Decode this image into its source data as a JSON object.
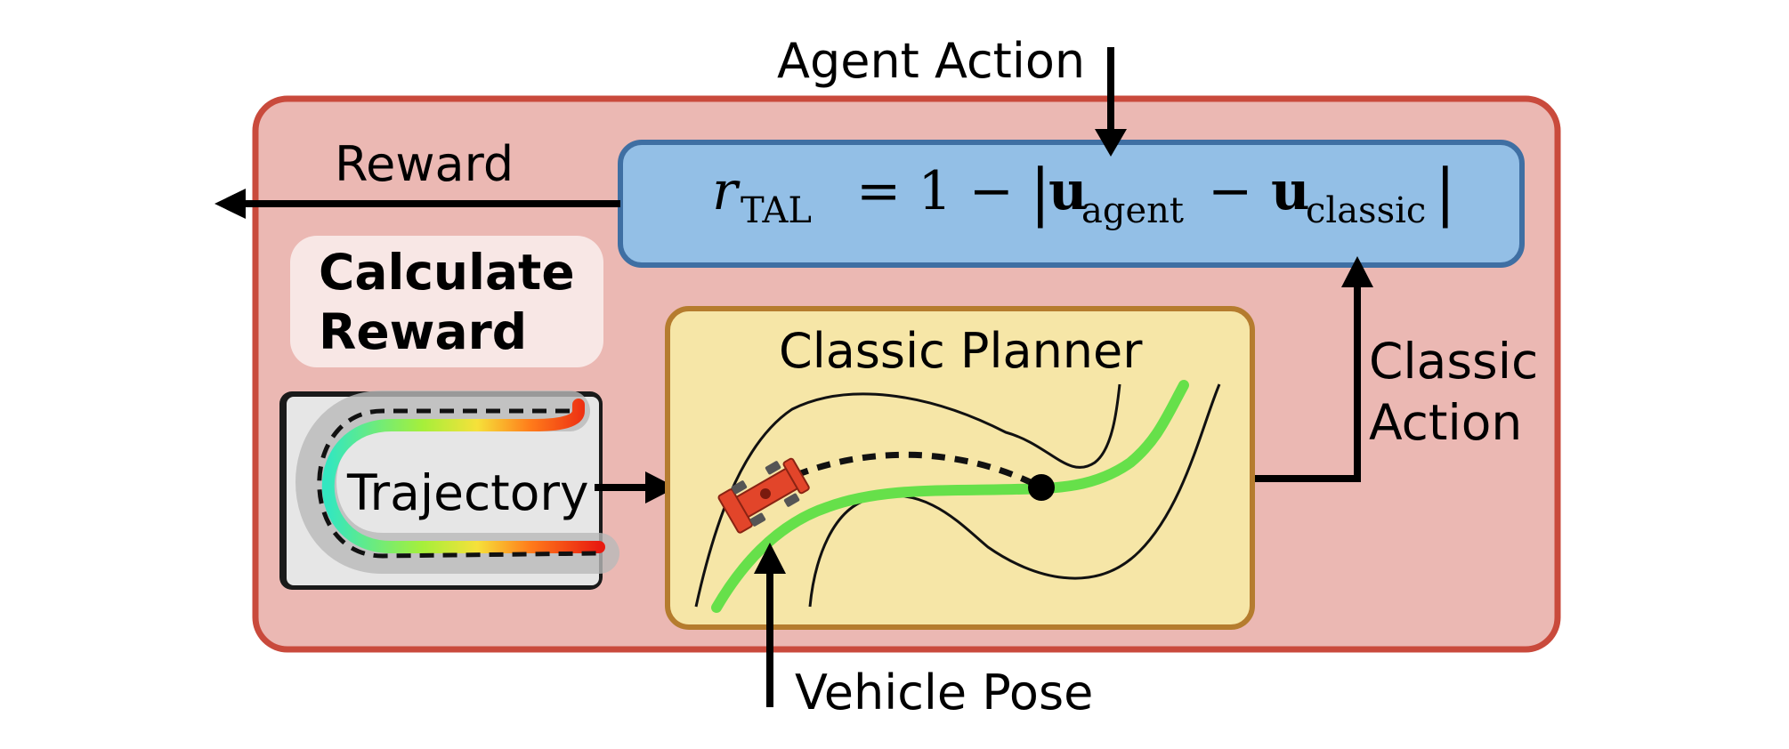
{
  "labels": {
    "agent_action": "Agent Action",
    "reward": "Reward",
    "calculate_reward_line1": "Calculate",
    "calculate_reward_line2": "Reward",
    "trajectory": "Trajectory",
    "classic_planner": "Classic Planner",
    "classic_action_line1": "Classic",
    "classic_action_line2": "Action",
    "vehicle_pose": "Vehicle Pose"
  },
  "formula": {
    "r": "r",
    "r_sub": "TAL",
    "eq": "= 1 −",
    "bar_open": "|",
    "u1": "u",
    "u1_sub": "agent",
    "minus": "−",
    "u2": "u",
    "u2_sub": "classic",
    "bar_close": "|"
  },
  "colors": {
    "outer_fill": "#ebb8b3",
    "outer_stroke": "#c94a3c",
    "formula_fill": "#93bfe6",
    "formula_stroke": "#3f6fa3",
    "planner_fill": "#f6e6a7",
    "planner_stroke": "#b57c2e",
    "path_green": "#66e04a",
    "car_red": "#e2452a"
  }
}
